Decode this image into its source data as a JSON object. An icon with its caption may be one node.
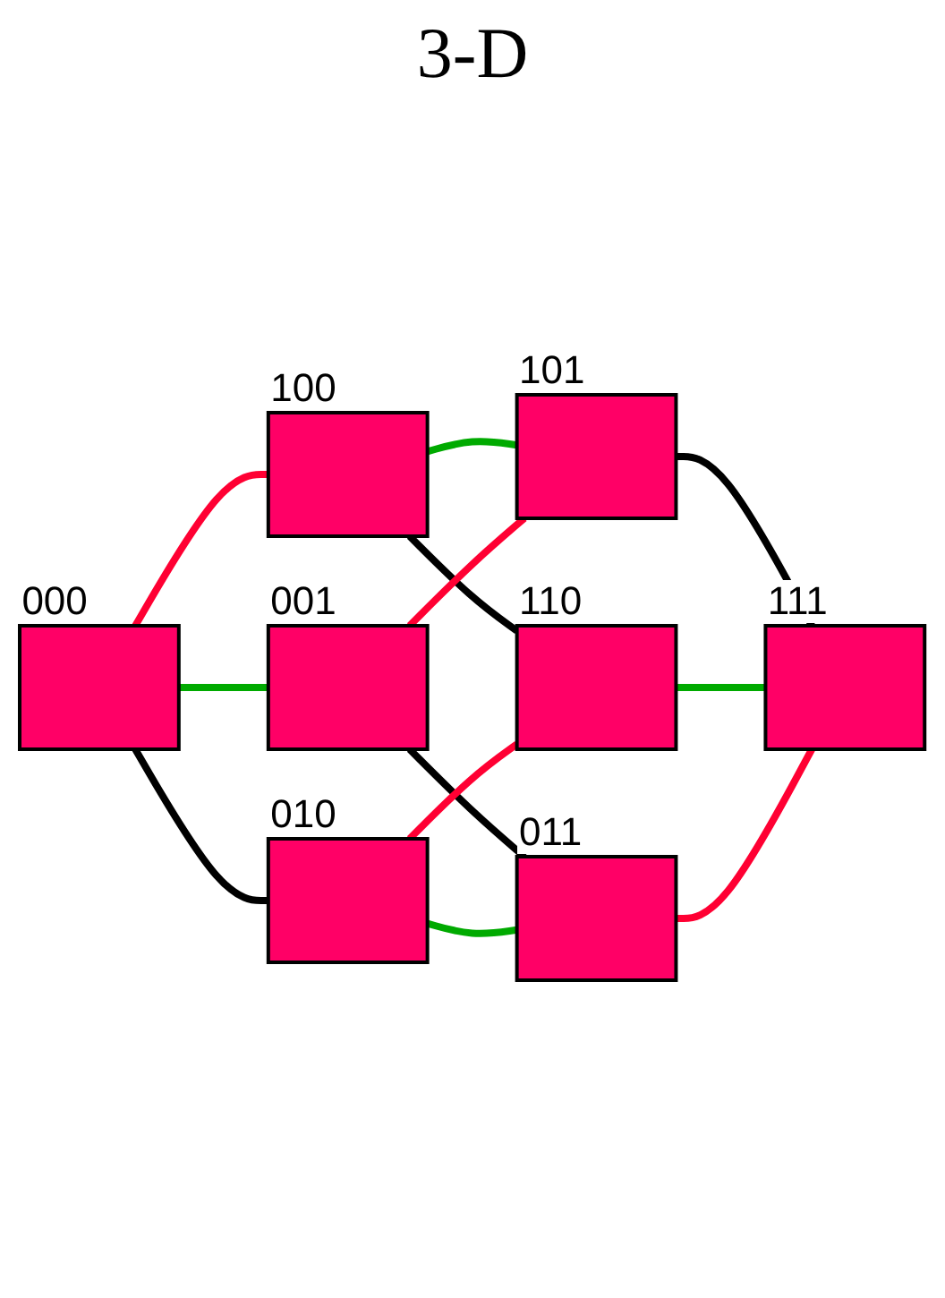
{
  "diagram": {
    "nodes": [
      {
        "text": [],
        "shape": "box",
        "beside": [
          "000"
        ]
      },
      {
        "text": [],
        "shape": "box",
        "beside": [
          "010"
        ]
      },
      {
        "text": [],
        "shape": "box",
        "beside": [
          "001"
        ]
      },
      {
        "text": [],
        "shape": "box",
        "beside": [
          "011"
        ]
      },
      {
        "text": [],
        "shape": "box",
        "beside": [
          "100"
        ]
      },
      {
        "text": [],
        "shape": "box",
        "beside": [
          "110"
        ]
      },
      {
        "text": [],
        "shape": "box",
        "beside": [
          "101"
        ]
      },
      {
        "text": [],
        "shape": "box",
        "beside": [
          "111"
        ]
      }
    ],
    "edges": [
      {
        "from": 0,
        "to": 1,
        "arrow": "none"
      },
      {
        "from": 2,
        "to": 3,
        "arrow": "none"
      },
      {
        "from": 4,
        "to": 5,
        "arrow": "none"
      },
      {
        "from": 6,
        "to": 7,
        "arrow": "none"
      },
      {
        "from": 0,
        "to": 2,
        "arrow": "none",
        "color": "#00aa00"
      },
      {
        "from": 1,
        "to": 3,
        "arrow": "none",
        "color": "#00aa00"
      },
      {
        "from": 4,
        "to": 6,
        "arrow": "none",
        "color": "#00aa00"
      },
      {
        "from": 5,
        "to": 7,
        "arrow": "none",
        "color": "#00aa00"
      },
      {
        "from": 0,
        "to": 4,
        "arrow": "none",
        "color": "#ff0033"
      },
      {
        "from": 2,
        "to": 6,
        "arrow": "none",
        "color": "#ff0033"
      },
      {
        "from": 1,
        "to": 5,
        "arrow": "none",
        "color": "#ff0033"
      },
      {
        "from": 3,
        "to": 7,
        "arrow": "none",
        "color": "#ff0033"
      }
    ],
    "labels": [
      "3-D"
    ]
  }
}
